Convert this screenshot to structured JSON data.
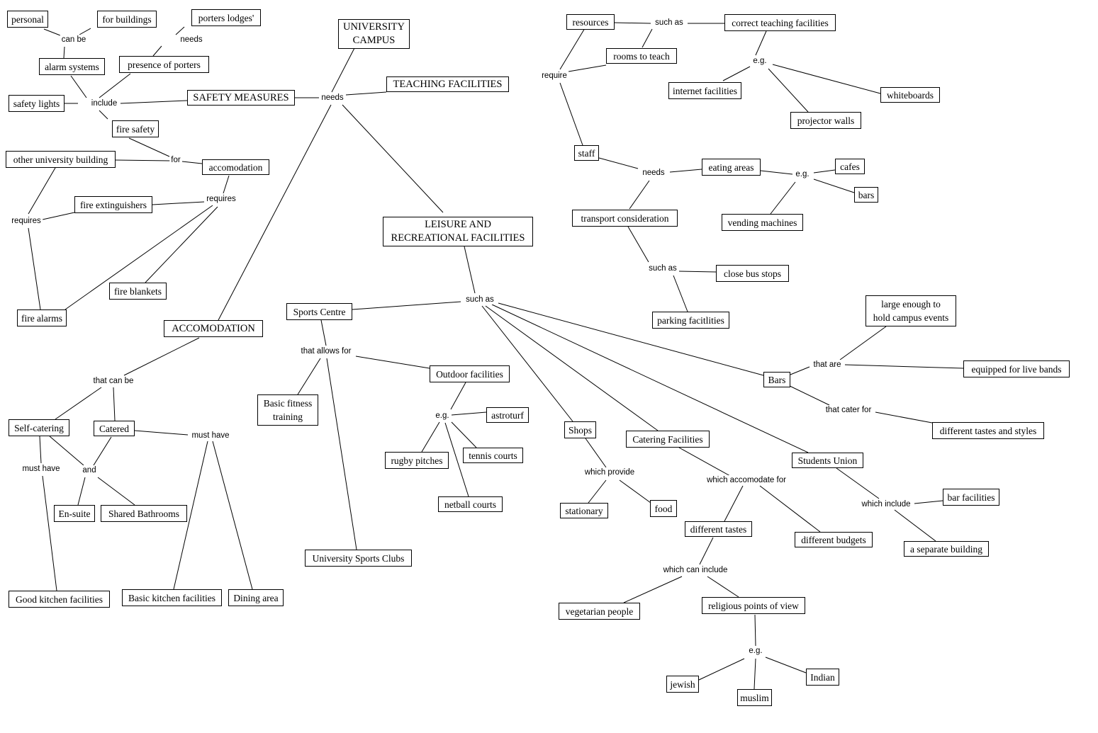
{
  "concepts": {
    "personal": "personal",
    "for_buildings": "for buildings",
    "porters_lodges": "porters lodges'",
    "university_campus": "UNIVERSITY\nCAMPUS",
    "alarm_systems": "alarm systems",
    "presence_of_porters": "presence of porters",
    "safety_lights": "safety lights",
    "safety_measures": "SAFETY MEASURES",
    "teaching_facilities": "TEACHING FACILITIES",
    "fire_safety": "fire safety",
    "other_university_building": "other university building",
    "accomodation_small": "accomodation",
    "fire_extinguishers": "fire extinguishers",
    "fire_blankets": "fire blankets",
    "fire_alarms": "fire alarms",
    "accomodation": "ACCOMODATION",
    "resources": "resources",
    "rooms_to_teach": "rooms to teach",
    "correct_teaching_facilities": "correct teaching facilities",
    "internet_facilities": "internet facilities",
    "whiteboards": "whiteboards",
    "projector_walls": "projector walls",
    "staff": "staff",
    "eating_areas": "eating areas",
    "cafes": "cafes",
    "bars_small": "bars",
    "transport_consideration": "transport consideration",
    "vending_machines": "vending machines",
    "close_bus_stops": "close bus stops",
    "parking_facilities": "parking facitlities",
    "leisure": "LEISURE AND\nRECREATIONAL FACILITIES",
    "sports_centre": "Sports Centre",
    "large_enough": "large enough to\nhold campus events",
    "equipped_live_bands": "equipped for live bands",
    "bars": "Bars",
    "outdoor_facilities": "Outdoor facilities",
    "astroturf": "astroturf",
    "basic_fitness": "Basic fitness\ntraining",
    "rugby_pitches": "rugby pitches",
    "tennis_courts": "tennis courts",
    "netball_courts": "netball courts",
    "self_catering": "Self-catering",
    "catered": "Catered",
    "shops": "Shops",
    "catering_facilities": "Catering Facilities",
    "different_tastes_styles": "different tastes and styles",
    "students_union": "Students Union",
    "bar_facilities": "bar facilities",
    "en_suite": "En-suite",
    "shared_bathrooms": "Shared Bathrooms",
    "stationary": "stationary",
    "food": "food",
    "different_tastes": "different tastes",
    "different_budgets": "different budgets",
    "separate_building": "a separate building",
    "university_sports_clubs": "University Sports Clubs",
    "good_kitchen": "Good kitchen facilities",
    "basic_kitchen": "Basic kitchen facilities",
    "dining_area": "Dining area",
    "vegetarian": "vegetarian people",
    "religious": "religious points of view",
    "jewish": "jewish",
    "muslim": "muslim",
    "indian": "Indian"
  },
  "phrases": {
    "can_be": "can be",
    "needs_porters": "needs",
    "include": "include",
    "needs_campus": "needs",
    "for": "for",
    "requires_acc": "requires",
    "requires_left": "requires",
    "require": "require",
    "such_as_teaching": "such as",
    "eg_teaching": "e.g.",
    "needs_staff": "needs",
    "eg_eating": "e.g.",
    "such_as_transport": "such as",
    "such_as_leisure": "such as",
    "that_allows_for": "that allows for",
    "eg_outdoor": "e.g.",
    "that_can_be": "that can be",
    "must_have_catered": "must have",
    "must_have_self": "must have",
    "and": "and",
    "that_are": "that are",
    "that_cater_for": "that cater for",
    "which_provide": "which provide",
    "which_accomodate_for": "which accomodate for",
    "which_include": "which include",
    "which_can_include": "which can include",
    "eg_religious": "e.g."
  }
}
